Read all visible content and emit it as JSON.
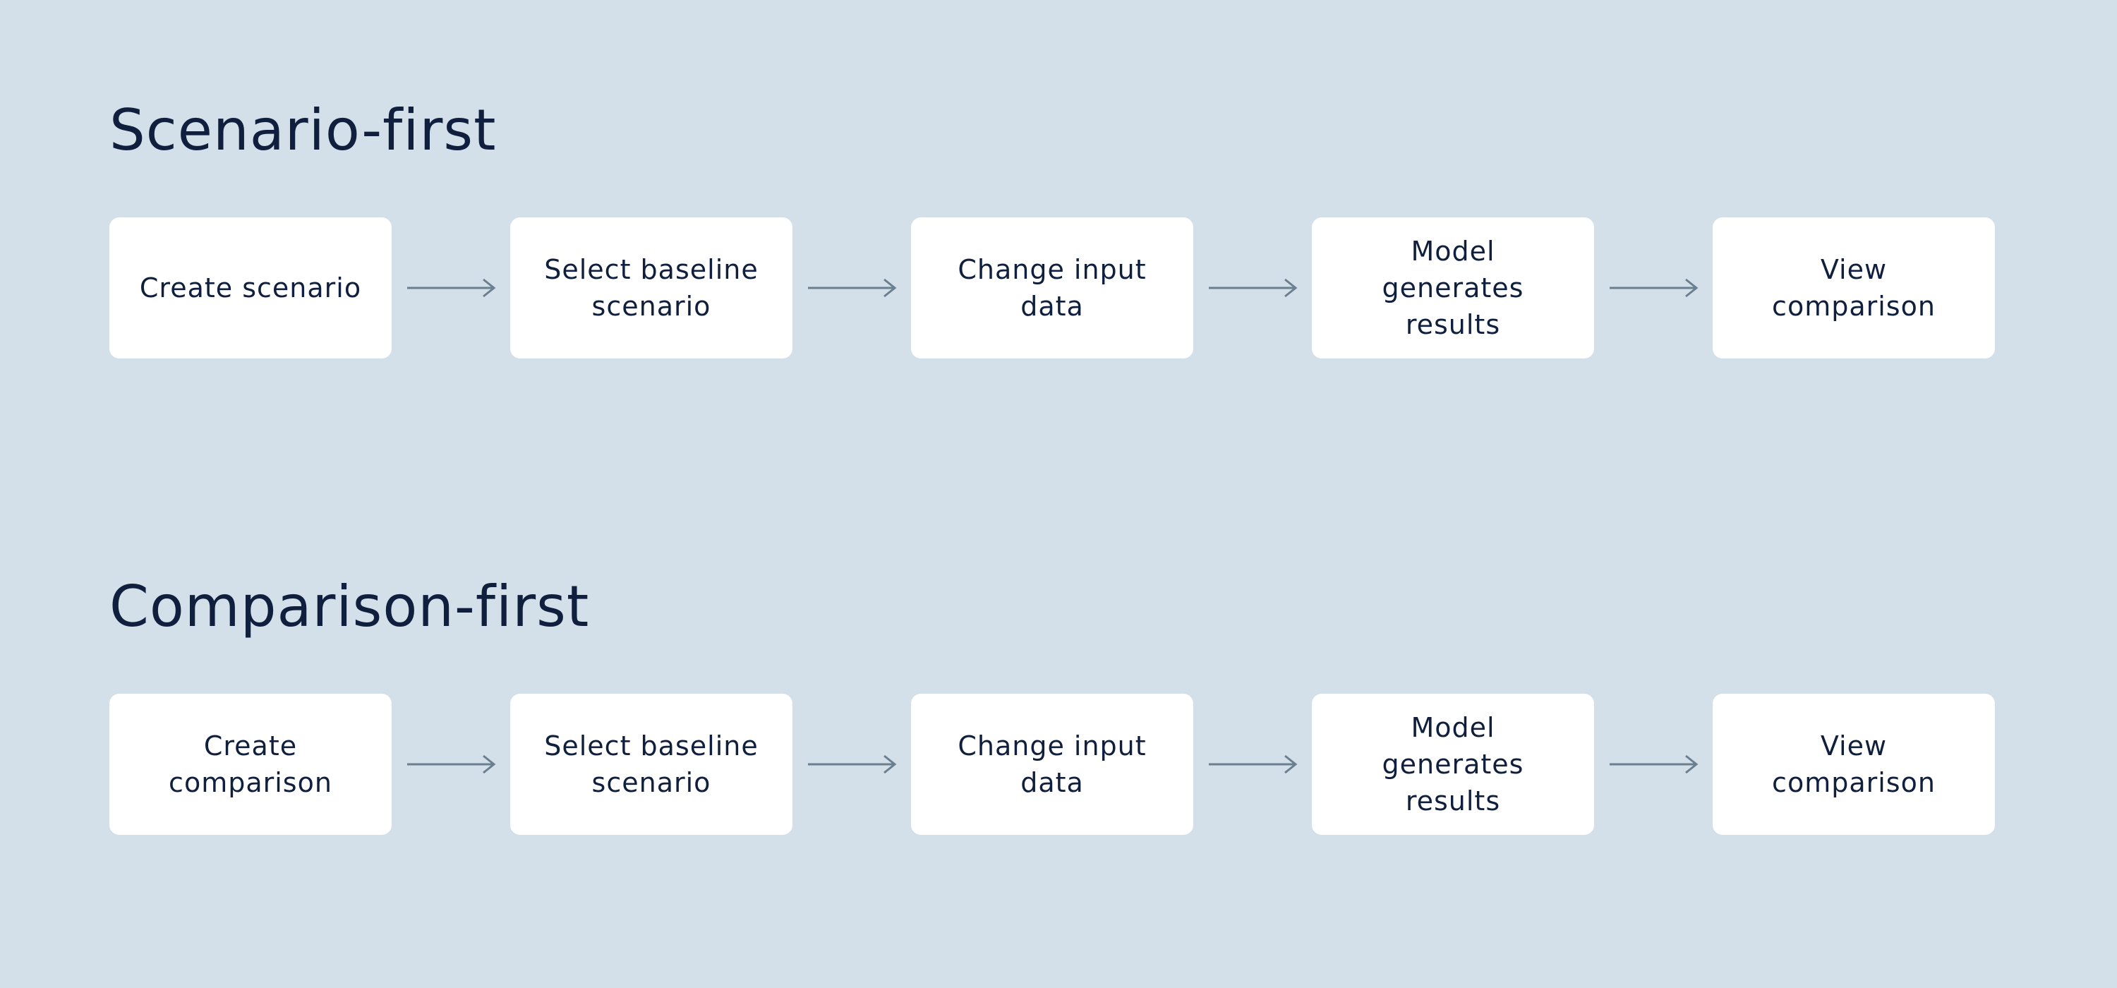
{
  "sections": [
    {
      "title": "Scenario-first",
      "steps": [
        "Create scenario",
        "Select baseline\nscenario",
        "Change input\ndata",
        "Model\ngenerates\nresults",
        "View\ncomparison"
      ]
    },
    {
      "title": "Comparison-first",
      "steps": [
        "Create\ncomparison",
        "Select baseline\nscenario",
        "Change input\ndata",
        "Model\ngenerates\nresults",
        "View\ncomparison"
      ]
    }
  ],
  "colors": {
    "background": "#d3e0e9",
    "card": "#ffffff",
    "text": "#0f1f3d",
    "arrow": "#6b7f91"
  },
  "icons": {
    "connector": "arrow-right-icon"
  }
}
